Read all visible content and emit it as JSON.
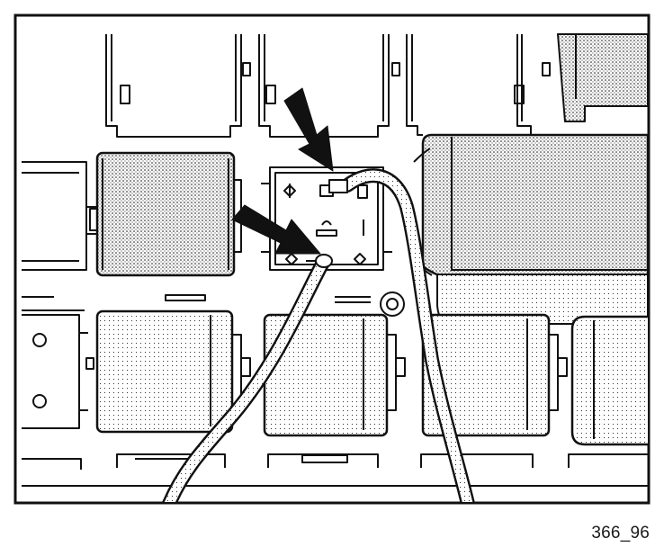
{
  "figure": {
    "caption": "366_96",
    "colors": {
      "ink": "#111111",
      "paper": "#ffffff",
      "stipple": "#000000"
    },
    "icons": [
      "arrow-icon",
      "arrow-icon",
      "measuring-probe-cable",
      "fuse-relay-carrier"
    ]
  }
}
